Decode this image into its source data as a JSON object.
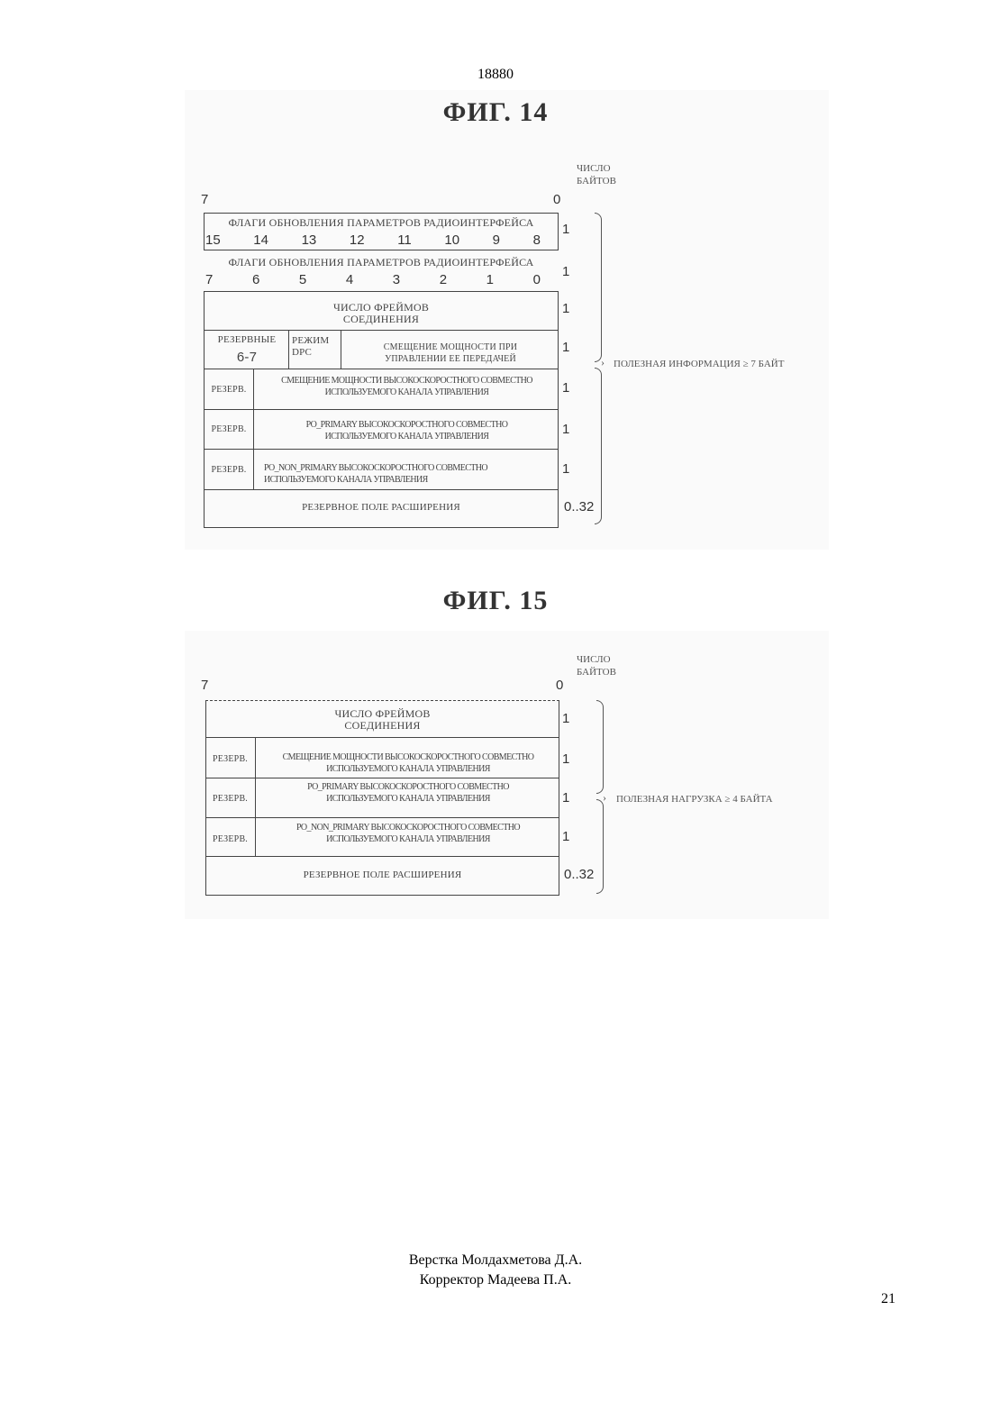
{
  "document_number": "18880",
  "fig14": {
    "title": "ФИГ. 14",
    "header_count": "ЧИСЛО\nБАЙТОВ",
    "bit_high": "7",
    "bit_low": "0",
    "row1_label": "ФЛАГИ ОБНОВЛЕНИЯ ПАРАМЕТРОВ РАДИОИНТЕРФЕЙСА",
    "row1_bits": [
      "15",
      "14",
      "13",
      "12",
      "11",
      "10",
      "9",
      "8"
    ],
    "row2_label": "ФЛАГИ ОБНОВЛЕНИЯ ПАРАМЕТРОВ РАДИОИНТЕРФЕЙСА",
    "row2_bits": [
      "7",
      "6",
      "5",
      "4",
      "3",
      "2",
      "1",
      "0"
    ],
    "row3_label": "ЧИСЛО ФРЕЙМОВ\nСОЕДИНЕНИЯ",
    "row4_reserved": "РЕЗЕРВНЫЕ",
    "row4_reserved_bits": "6-7",
    "row4_mode": "РЕЖИМ\nDPC",
    "row4_offset": "СМЕЩЕНИЕ МОЩНОСТИ ПРИ\nУПРАВЛЕНИИ ЕЕ ПЕРЕДАЧЕЙ",
    "row5_reserved": "РЕЗЕРВ.",
    "row5_label": "СМЕЩЕНИЕ МОЩНОСТИ ВЫСОКОСКОРОСТНОГО СОВМЕСТНО\nИСПОЛЬЗУЕМОГО КАНАЛА УПРАВЛЕНИЯ",
    "row6_reserved": "РЕЗЕРВ.",
    "row6_label": "PO_PRIMARY ВЫСОКОСКОРОСТНОГО СОВМЕСТНО\nИСПОЛЬЗУЕМОГО КАНАЛА УПРАВЛЕНИЯ",
    "row7_reserved": "РЕЗЕРВ.",
    "row7_label": "PO_NON_PRIMARY ВЫСОКОСКОРОСТНОГО СОВМЕСТНО\nИСПОЛЬЗУЕМОГО КАНАЛА УПРАВЛЕНИЯ",
    "row8_label": "РЕЗЕРВНОЕ ПОЛЕ РАСШИРЕНИЯ",
    "counts": [
      "1",
      "1",
      "1",
      "1",
      "1",
      "1",
      "1",
      "0..32"
    ],
    "payload_label": "ПОЛЕЗНАЯ ИНФОРМАЦИЯ ≥ 7 БАЙТ"
  },
  "fig15": {
    "title": "ФИГ. 15",
    "header_count": "ЧИСЛО\nБАЙТОВ",
    "bit_high": "7",
    "bit_low": "0",
    "row1_label": "ЧИСЛО ФРЕЙМОВ\nСОЕДИНЕНИЯ",
    "row2_reserved": "РЕЗЕРВ.",
    "row2_label": "СМЕЩЕНИЕ МОЩНОСТИ ВЫСОКОСКОРОСТНОГО СОВМЕСТНО\nИСПОЛЬЗУЕМОГО КАНАЛА УПРАВЛЕНИЯ",
    "row3_reserved": "РЕЗЕРВ.",
    "row3_label": "PO_PRIMARY ВЫСОКОСКОРОСТНОГО СОВМЕСТНО\nИСПОЛЬЗУЕМОГО КАНАЛА УПРАВЛЕНИЯ",
    "row4_reserved": "РЕЗЕРВ.",
    "row4_label": "PO_NON_PRIMARY ВЫСОКОСКОРОСТНОГО СОВМЕСТНО\nИСПОЛЬЗУЕМОГО КАНАЛА УПРАВЛЕНИЯ",
    "row5_label": "РЕЗЕРВНОЕ ПОЛЕ РАСШИРЕНИЯ",
    "counts": [
      "1",
      "1",
      "1",
      "1",
      "0..32"
    ],
    "payload_label": "ПОЛЕЗНАЯ НАГРУЗКА ≥ 4 БАЙТА"
  },
  "footer": {
    "layout": "Верстка Молдахметова Д.А.",
    "corrector": "Корректор Мадеева П.А."
  },
  "page_number": "21"
}
